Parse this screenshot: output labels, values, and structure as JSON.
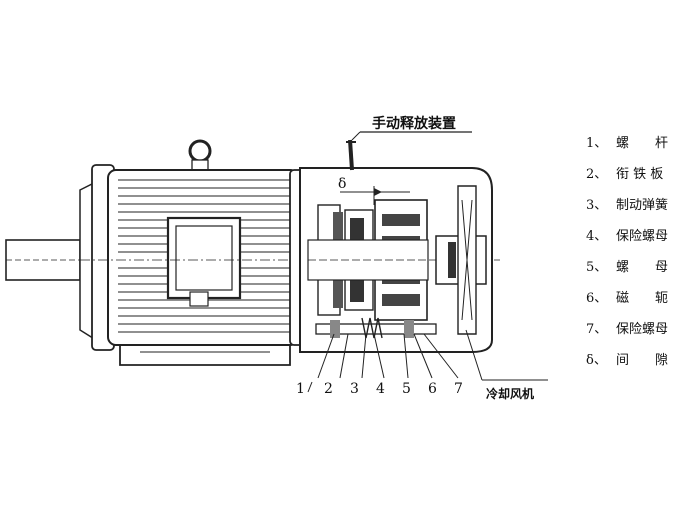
{
  "labels": {
    "release_device": "手动释放装置",
    "gap_symbol": "δ",
    "cooling_fan": "冷却风机",
    "numbers": [
      "1",
      "2",
      "3",
      "4",
      "5",
      "6",
      "7"
    ]
  },
  "legend": [
    {
      "num": "1、",
      "text": "螺　　杆"
    },
    {
      "num": "2、",
      "text": "衔 铁 板"
    },
    {
      "num": "3、",
      "text": "制动弹簧"
    },
    {
      "num": "4、",
      "text": "保险螺母"
    },
    {
      "num": "5、",
      "text": "螺　　母"
    },
    {
      "num": "6、",
      "text": "磁　　轭"
    },
    {
      "num": "7、",
      "text": "保险螺母"
    },
    {
      "num": "δ、",
      "text": "间　　隙"
    }
  ]
}
